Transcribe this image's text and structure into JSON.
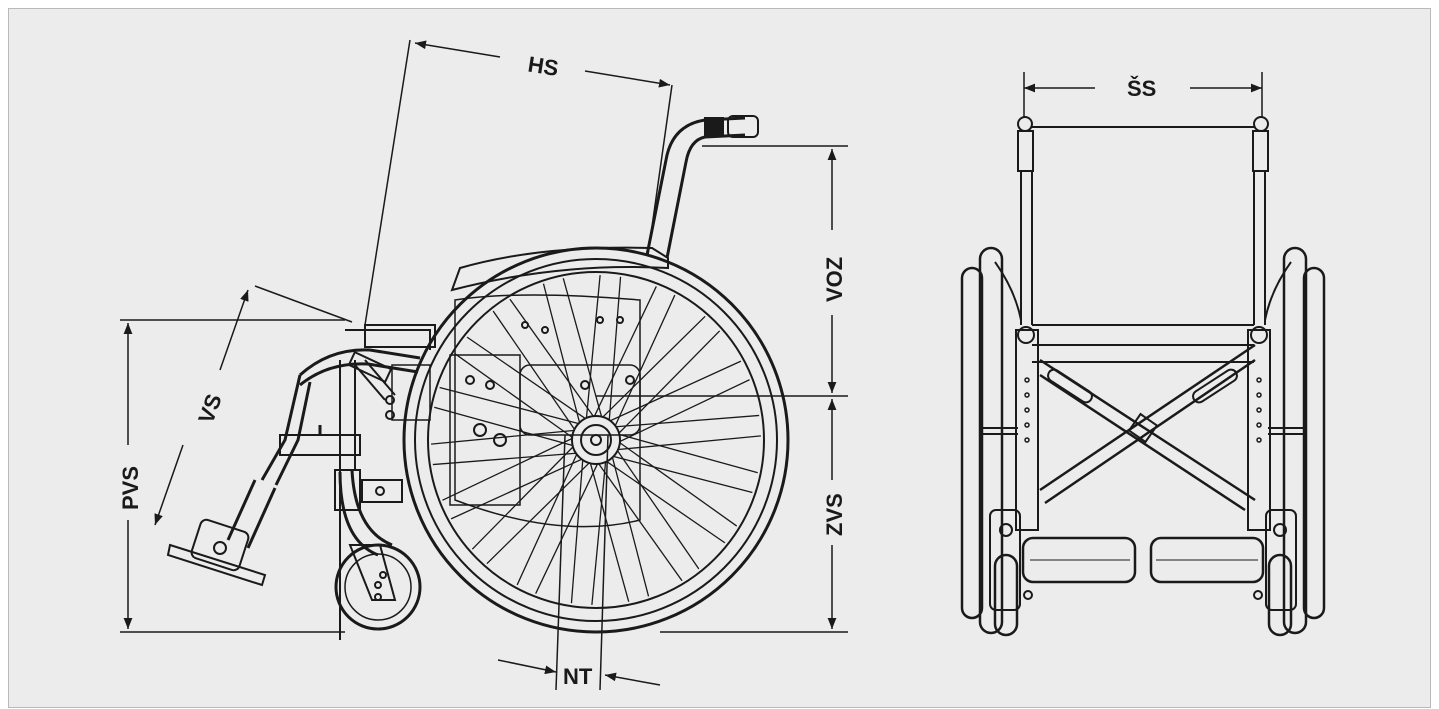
{
  "labels": {
    "hs": "HS",
    "ss": "ŠS",
    "voz": "VOZ",
    "zvs": "ZVS",
    "vs": "VS",
    "pvs": "PVS",
    "nt": "NT"
  },
  "colors": {
    "background": "#ececec",
    "line": "#1a1a1a"
  }
}
